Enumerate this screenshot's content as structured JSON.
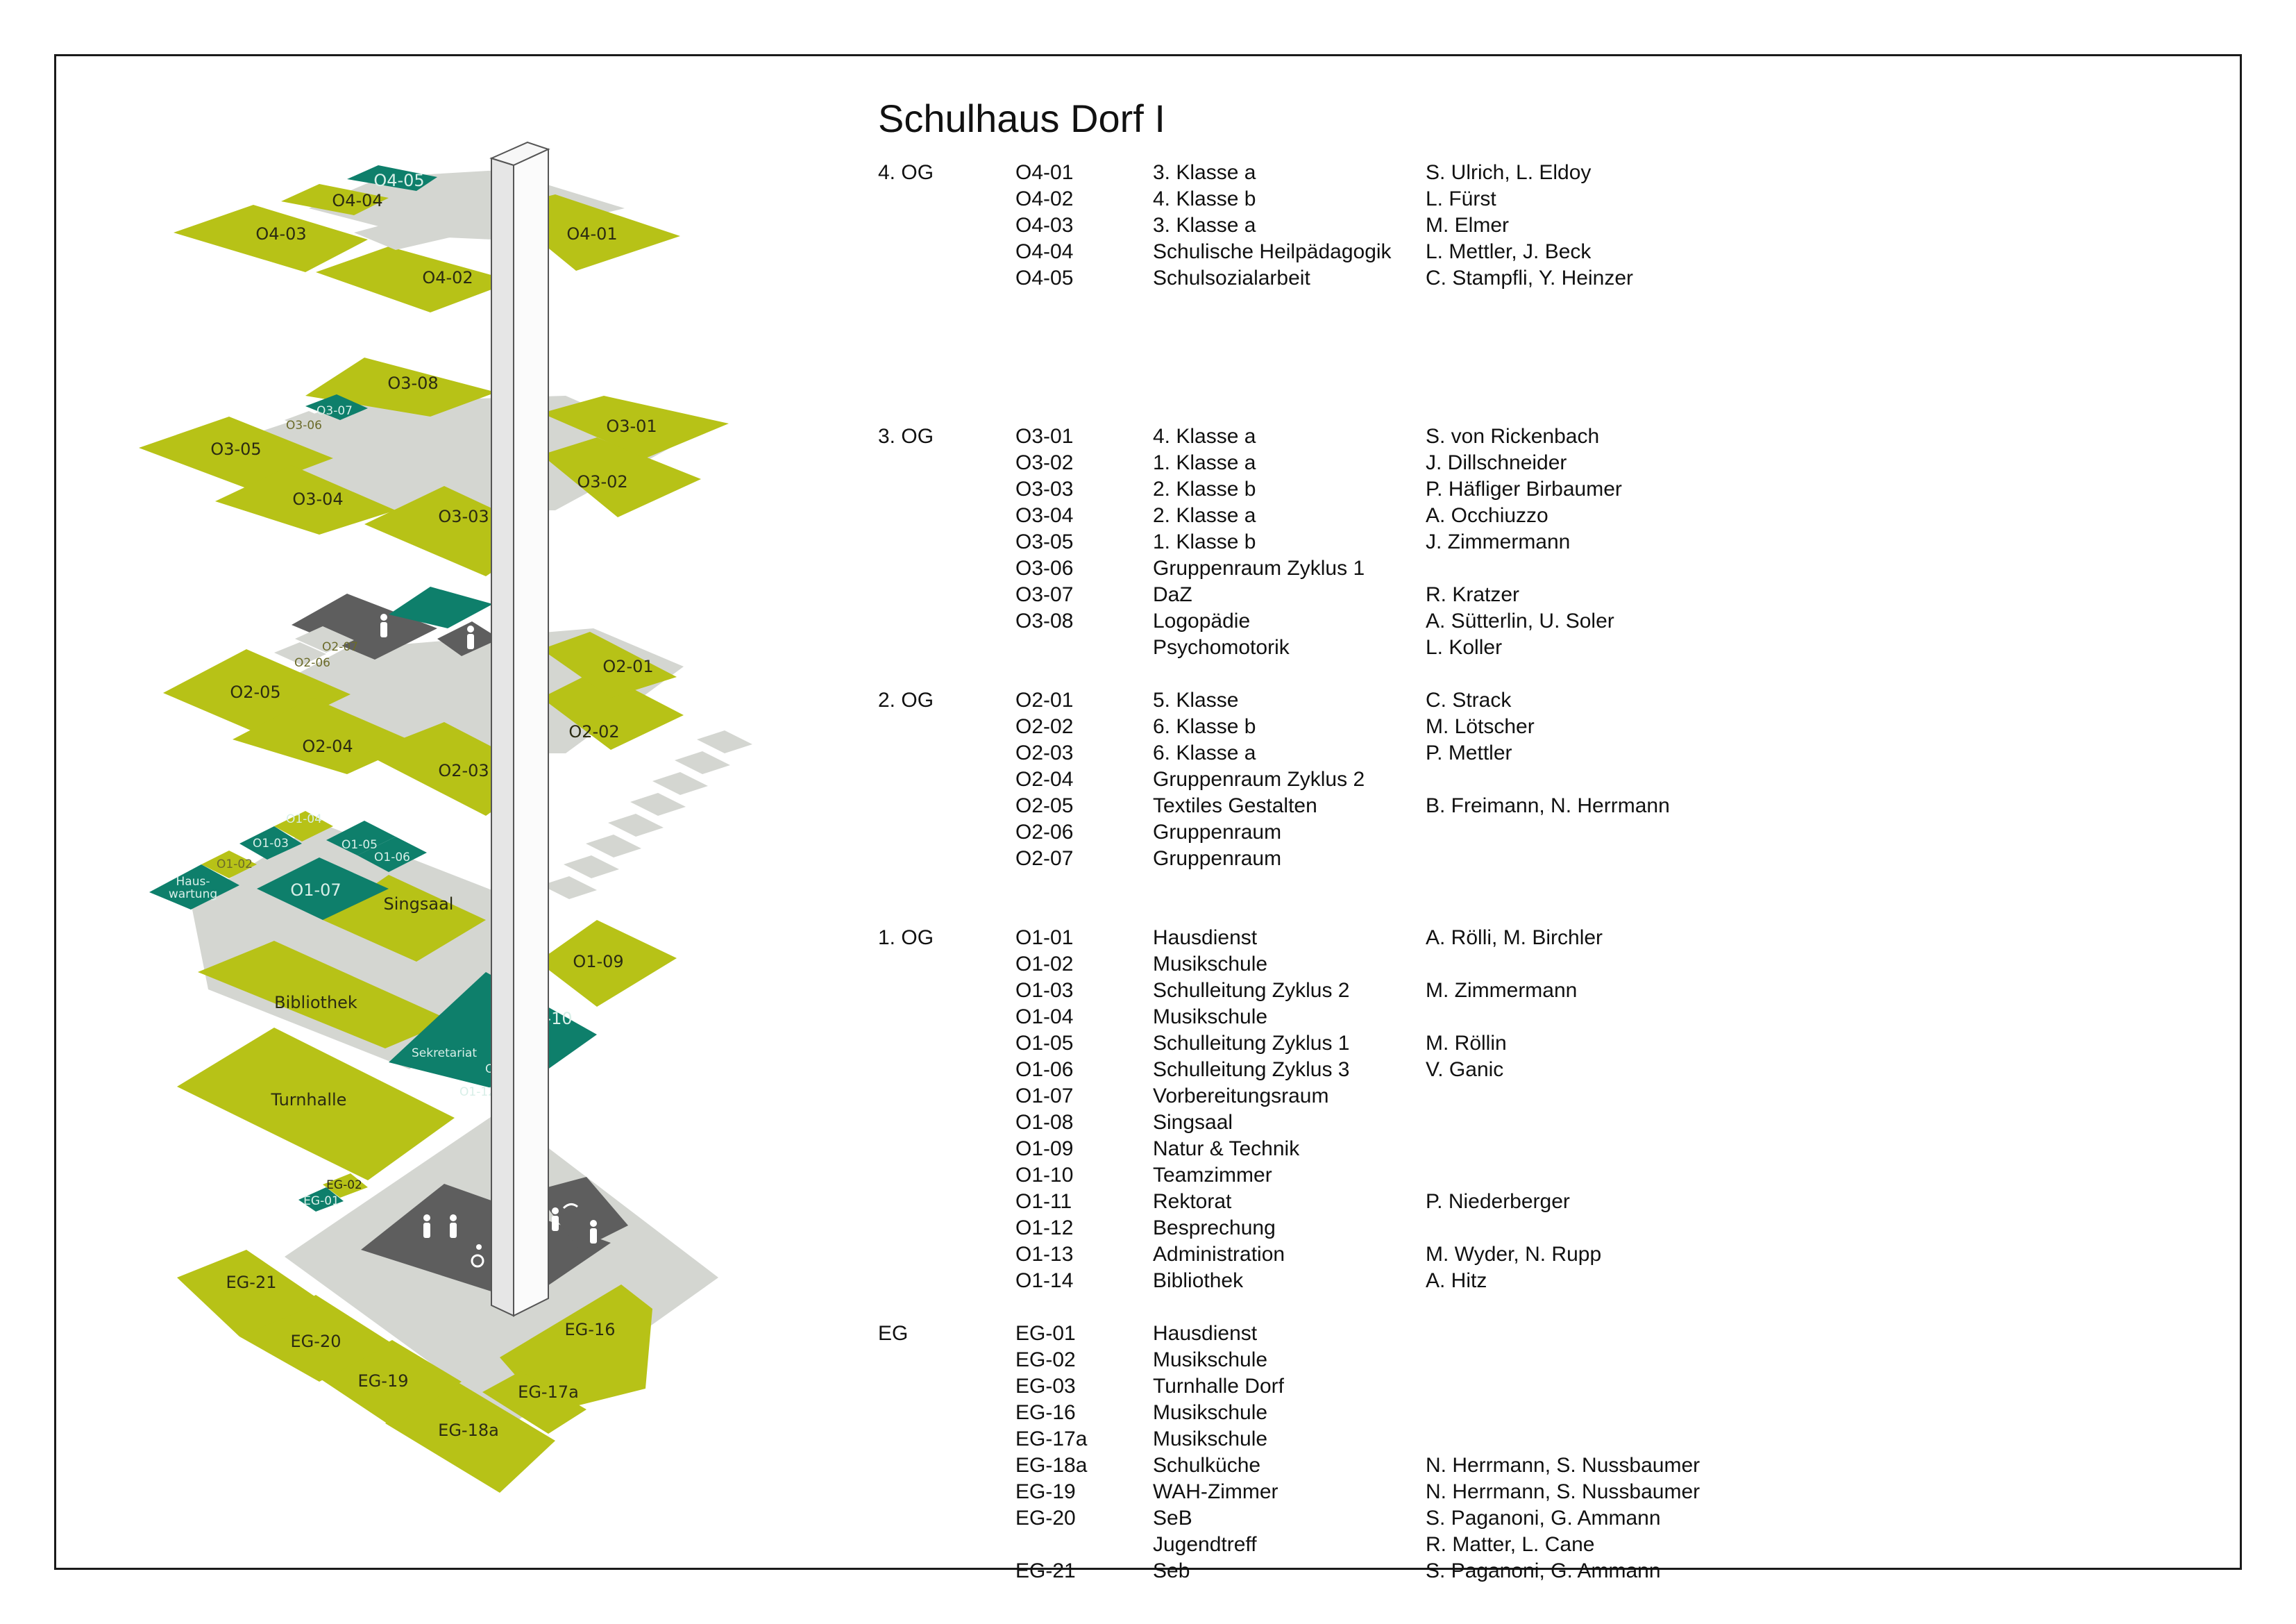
{
  "title": "Schulhaus Dorf I",
  "colors": {
    "classroom": "#b7c217",
    "special": "#0e7f6b",
    "corridor": "#d4d6d1",
    "wc": "#5e5e5e",
    "shaft": "#f2f2f2",
    "frame": "#1a1a1a"
  },
  "icons": [
    "person-icon",
    "wheelchair-icon",
    "shower-icon"
  ],
  "diagram": {
    "og4": [
      "O4-05",
      "O4-04",
      "O4-03",
      "O4-01",
      "O4-02"
    ],
    "og3": [
      "O3-08",
      "O3-07",
      "O3-06",
      "O3-05",
      "O3-01",
      "O3-04",
      "O3-02",
      "O3-03"
    ],
    "og2": [
      "O2-07",
      "O2-06",
      "O2-05",
      "O2-01",
      "O2-04",
      "O2-02",
      "O2-03"
    ],
    "og1": [
      "O1-04",
      "O1-03",
      "O1-05",
      "O1-02",
      "O1-06",
      "Haus-",
      "wartung",
      "O1-07",
      "Singsaal",
      "O1-09",
      "Bibliothek",
      "O1-10",
      "Sekretariat",
      "O1-11",
      "O1-12",
      "Turnhalle"
    ],
    "eg": [
      "EG-02",
      "EG-01",
      "EG-21",
      "EG-16",
      "EG-20",
      "EG-19",
      "EG-17a",
      "EG-18a"
    ]
  },
  "floors": [
    {
      "label": "4. OG",
      "rooms": [
        {
          "id": "O4-01",
          "use": "3. Klasse a",
          "person": "S. Ulrich, L. Eldoy"
        },
        {
          "id": "O4-02",
          "use": "4. Klasse b",
          "person": "L. Fürst"
        },
        {
          "id": "O4-03",
          "use": "3. Klasse a",
          "person": "M. Elmer"
        },
        {
          "id": "O4-04",
          "use": "Schulische Heilpädagogik",
          "person": "L. Mettler, J. Beck"
        },
        {
          "id": "O4-05",
          "use": "Schulsozialarbeit",
          "person": "C. Stampfli, Y. Heinzer"
        }
      ]
    },
    {
      "label": "3. OG",
      "rooms": [
        {
          "id": "O3-01",
          "use": "4. Klasse a",
          "person": "S. von Rickenbach"
        },
        {
          "id": "O3-02",
          "use": "1. Klasse a",
          "person": "J. Dillschneider"
        },
        {
          "id": "O3-03",
          "use": "2. Klasse b",
          "person": "P. Häfliger Birbaumer"
        },
        {
          "id": "O3-04",
          "use": "2. Klasse a",
          "person": "A. Occhiuzzo"
        },
        {
          "id": "O3-05",
          "use": "1. Klasse b",
          "person": "J. Zimmermann"
        },
        {
          "id": "O3-06",
          "use": "Gruppenraum Zyklus 1",
          "person": ""
        },
        {
          "id": "O3-07",
          "use": "DaZ",
          "person": "R. Kratzer"
        },
        {
          "id": "O3-08",
          "use": "Logopädie",
          "person": "A. Sütterlin, U. Soler"
        },
        {
          "id": "",
          "use": "Psychomotorik",
          "person": "L. Koller"
        }
      ]
    },
    {
      "label": "2. OG",
      "rooms": [
        {
          "id": "O2-01",
          "use": "5. Klasse",
          "person": "C. Strack"
        },
        {
          "id": "O2-02",
          "use": "6. Klasse b",
          "person": "M. Lötscher"
        },
        {
          "id": "O2-03",
          "use": "6. Klasse a",
          "person": "P. Mettler"
        },
        {
          "id": "O2-04",
          "use": "Gruppenraum Zyklus 2",
          "person": ""
        },
        {
          "id": "O2-05",
          "use": "Textiles Gestalten",
          "person": "B. Freimann, N. Herrmann"
        },
        {
          "id": "O2-06",
          "use": "Gruppenraum",
          "person": ""
        },
        {
          "id": "O2-07",
          "use": "Gruppenraum",
          "person": ""
        }
      ]
    },
    {
      "label": "1. OG",
      "rooms": [
        {
          "id": "O1-01",
          "use": "Hausdienst",
          "person": "A. Rölli, M. Birchler"
        },
        {
          "id": "O1-02",
          "use": "Musikschule",
          "person": ""
        },
        {
          "id": "O1-03",
          "use": "Schulleitung Zyklus 2",
          "person": "M. Zimmermann"
        },
        {
          "id": "O1-04",
          "use": "Musikschule",
          "person": ""
        },
        {
          "id": "O1-05",
          "use": "Schulleitung Zyklus 1",
          "person": "M. Röllin"
        },
        {
          "id": "O1-06",
          "use": "Schulleitung Zyklus 3",
          "person": "V. Ganic"
        },
        {
          "id": "O1-07",
          "use": "Vorbereitungsraum",
          "person": ""
        },
        {
          "id": "O1-08",
          "use": "Singsaal",
          "person": ""
        },
        {
          "id": "O1-09",
          "use": "Natur & Technik",
          "person": ""
        },
        {
          "id": "O1-10",
          "use": "Teamzimmer",
          "person": ""
        },
        {
          "id": "O1-11",
          "use": "Rektorat",
          "person": "P. Niederberger"
        },
        {
          "id": "O1-12",
          "use": "Besprechung",
          "person": ""
        },
        {
          "id": "O1-13",
          "use": "Administration",
          "person": "M. Wyder, N. Rupp"
        },
        {
          "id": "O1-14",
          "use": "Bibliothek",
          "person": "A. Hitz"
        }
      ]
    },
    {
      "label": "EG",
      "rooms": [
        {
          "id": "EG-01",
          "use": "Hausdienst",
          "person": ""
        },
        {
          "id": "EG-02",
          "use": "Musikschule",
          "person": ""
        },
        {
          "id": "EG-03",
          "use": "Turnhalle Dorf",
          "person": ""
        },
        {
          "id": "EG-16",
          "use": "Musikschule",
          "person": ""
        },
        {
          "id": "EG-17a",
          "use": "Musikschule",
          "person": ""
        },
        {
          "id": "EG-18a",
          "use": "Schulküche",
          "person": "N. Herrmann, S. Nussbaumer"
        },
        {
          "id": "EG-19",
          "use": "WAH-Zimmer",
          "person": "N. Herrmann, S. Nussbaumer"
        },
        {
          "id": "EG-20",
          "use": "SeB",
          "person": "S. Paganoni, G. Ammann"
        },
        {
          "id": "",
          "use": "Jugendtreff",
          "person": "R. Matter, L. Cane"
        },
        {
          "id": "EG-21",
          "use": "Seb",
          "person": "S. Paganoni, G. Ammann"
        }
      ]
    }
  ]
}
